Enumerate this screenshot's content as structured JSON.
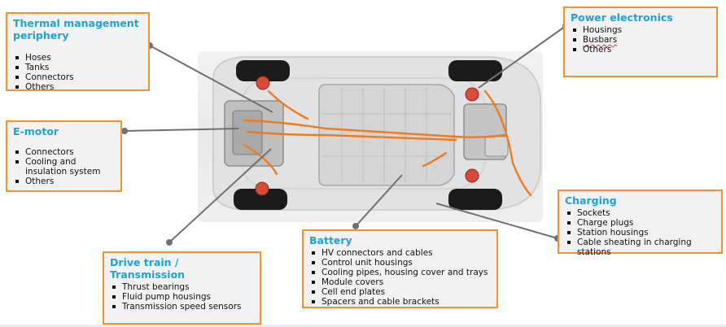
{
  "callouts": {
    "thermal": {
      "title": "Thermal management periphery",
      "items": [
        "Hoses",
        "Tanks",
        "Connectors",
        "Others"
      ]
    },
    "power": {
      "title": "Power electronics",
      "items": [
        "Housings",
        "Busbars",
        "Others"
      ]
    },
    "emotor": {
      "title": "E-motor",
      "items": [
        "Connectors",
        "Cooling and insulation system",
        "Others"
      ]
    },
    "charging": {
      "title": "Charging",
      "items": [
        "Sockets",
        "Charge plugs",
        "Station housings",
        "Cable sheating in charging stations"
      ]
    },
    "battery": {
      "title": "Battery",
      "items": [
        "HV connectors and cables",
        "Control unit housings",
        "Cooling pipes, housing cover and trays",
        "Module covers",
        "Cell end plates",
        "Spacers and cable brackets"
      ]
    },
    "drivetrain": {
      "title": "Drive train / Transmission",
      "items": [
        "Thrust bearings",
        "Fluid pump housings",
        "Transmission speed sensors"
      ]
    }
  },
  "colors": {
    "accent_border": "#f4912c",
    "title_blue": "#1ea3d6",
    "box_fill": "#f2f2f2",
    "leader_line": "#707070",
    "highlight_orange": "#f07a1f"
  }
}
